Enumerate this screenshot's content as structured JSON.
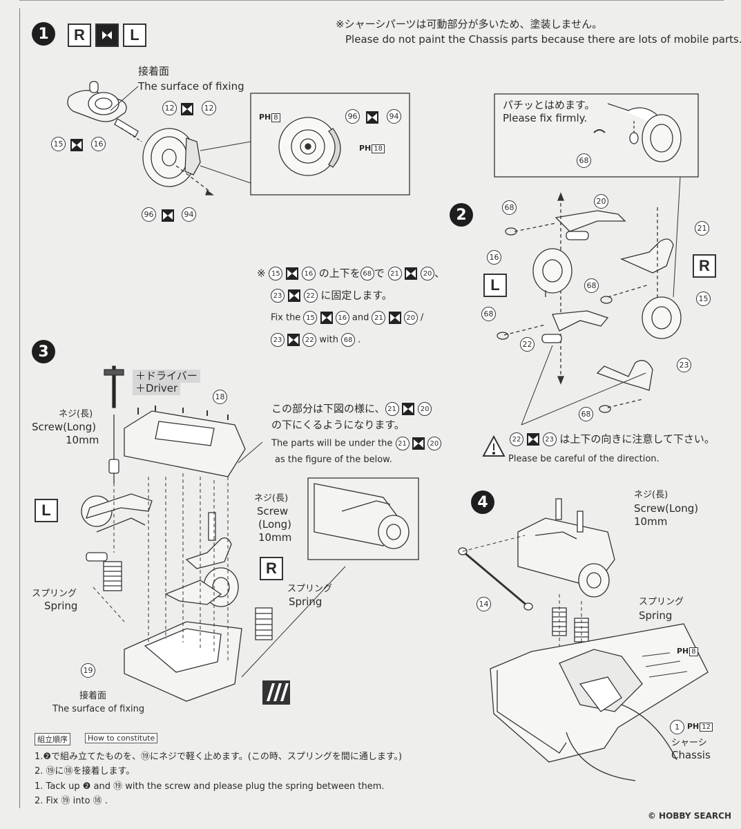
{
  "notes": {
    "no_paint_jp": "※シャーシパーツは可動部分が多いため、塗装しません。",
    "no_paint_en": "Please do not paint the Chassis parts because there are lots of mobile parts."
  },
  "steps": {
    "s1": "1",
    "s2": "2",
    "s3": "3",
    "s4": "4",
    "side_r": "R",
    "side_l": "L"
  },
  "step1": {
    "fix_jp": "接着面",
    "fix_en": "The surface of fixing",
    "p12a": "12",
    "p12b": "12",
    "p15": "15",
    "p16": "16",
    "p96": "96",
    "p94": "94",
    "inset_ph_a": "8",
    "inset_ph_b": "18",
    "inset_96": "96",
    "inset_94": "94"
  },
  "step2": {
    "firm_jp": "パチッとはめます。",
    "firm_en": "Please fix firmly.",
    "p68": "68",
    "p20": "20",
    "p21": "21",
    "p16": "16",
    "p15": "15",
    "p22": "22",
    "p23": "23",
    "note_jp_a": "の上下を",
    "note_jp_b": "で",
    "note_jp_c": "に固定します。",
    "note_en_a": "Fix the",
    "note_en_b": "and",
    "note_en_c": "with",
    "note_en_d": ".",
    "careful_jp": "は上下の向きに注意して下さい。",
    "careful_en": "Please be careful of the direction."
  },
  "step3": {
    "driver_jp": "＋ドライバー",
    "driver_en": "＋Driver",
    "screw_jp": "ネジ(長)",
    "screw_en": "Screw(Long)",
    "screw_len": "10mm",
    "screw2_jp": "ネジ(長)",
    "screw2_en1": "Screw",
    "screw2_en2": "(Long)",
    "screw2_len": "10mm",
    "p18": "18",
    "p19": "19",
    "under_jp_a": "この部分は下図の様に、",
    "under_jp_b": "の下にくるようになります。",
    "under_en_a": "The parts will be under the",
    "under_en_b": "as the figure of the below.",
    "spring_jp": "スプリング",
    "spring_en": "Spring",
    "spring2_jp": "スプリング",
    "spring2_en": "Spring",
    "fix_jp": "接着面",
    "fix_en": "The surface of fixing"
  },
  "step4": {
    "screw_jp": "ネジ(長)",
    "screw_en": "Screw(Long)",
    "screw_len": "10mm",
    "spring_jp": "スプリング",
    "spring_en": "Spring",
    "p14": "14",
    "ph_a": "8",
    "p1": "1",
    "ph_b": "12",
    "chassis_jp": "シャーシ",
    "chassis_en": "Chassis"
  },
  "bottom": {
    "tag1": "組立順序",
    "tag2": "How to constitute",
    "jp1": "1.❷で組み立てたものを、⑲にネジで軽く止めます。(この時、スプリングを間に通します。)",
    "jp2": "2. ⑲に⑱を接着します。",
    "en1": "1. Tack up ❷ and ⑲ with the screw and please plug the spring between them.",
    "en2": "2. Fix ⑲ into ⑱ ."
  },
  "watermark": "© HOBBY SEARCH",
  "ph_prefix": "PH"
}
